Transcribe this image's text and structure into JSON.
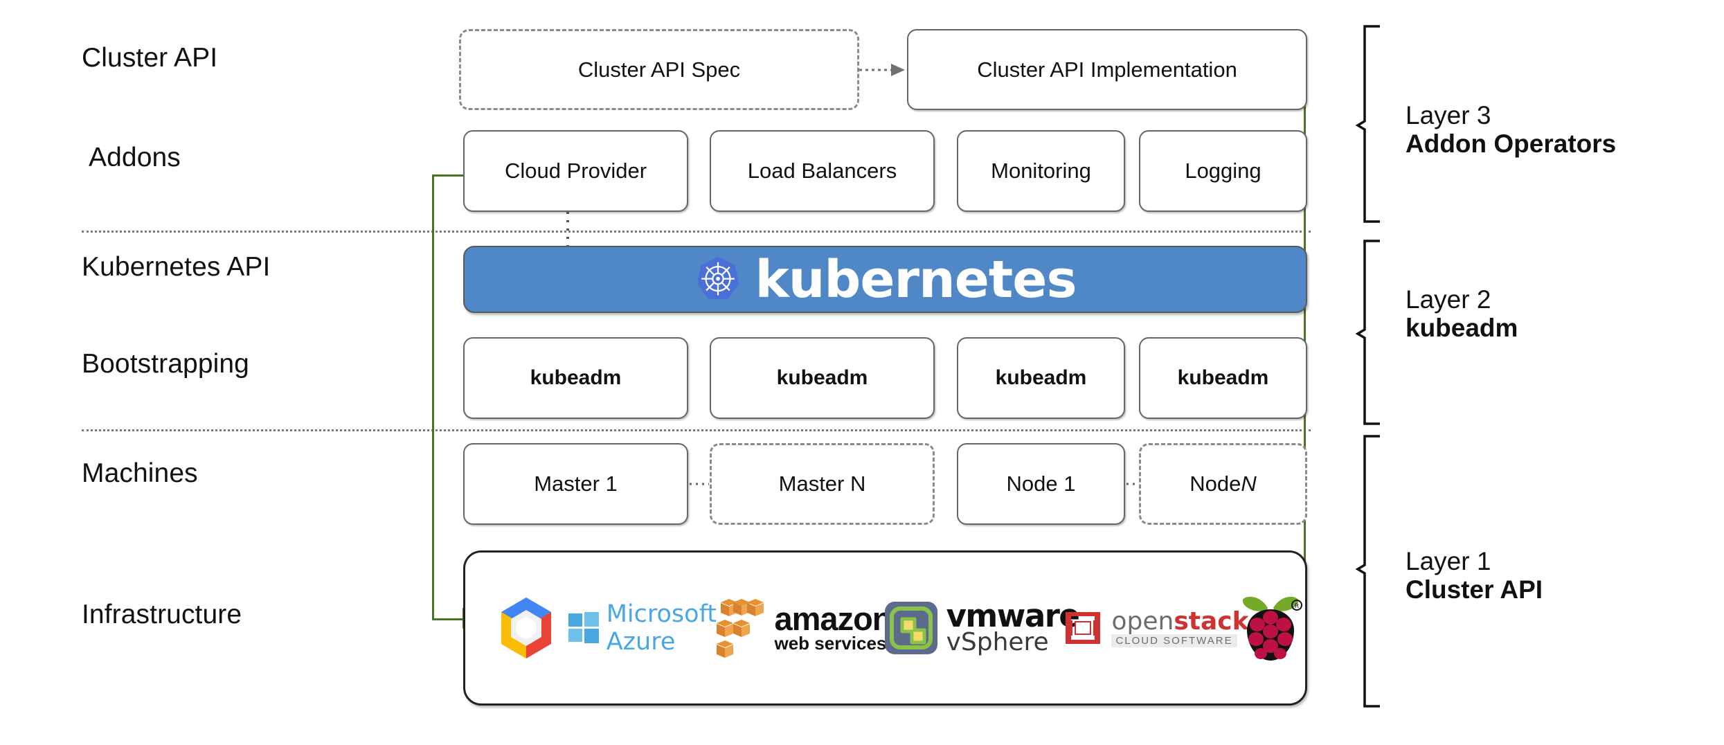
{
  "row_labels": [
    {
      "text": "Cluster API"
    },
    {
      "text": "Addons"
    },
    {
      "text": "Kubernetes API"
    },
    {
      "text": "Bootstrapping"
    },
    {
      "text": "Machines"
    },
    {
      "text": "Infrastructure"
    }
  ],
  "cluster_api_row": {
    "spec_box": "Cluster API Spec",
    "impl_box": "Cluster API Implementation"
  },
  "addons_row": [
    "Cloud Provider",
    "Load Balancers",
    "Monitoring",
    "Logging"
  ],
  "kubernetes_banner": {
    "wordmark": "kubernetes",
    "logo_icon": "kubernetes-helm-wheel-icon",
    "banner_color": "#5087c6",
    "logo_badge_color": "#4a6fd6"
  },
  "bootstrapping_row": [
    "kubeadm",
    "kubeadm",
    "kubeadm",
    "kubeadm"
  ],
  "machines_row": [
    {
      "label": "Master 1",
      "dashed": false
    },
    {
      "label": "Master N",
      "dashed": true,
      "italic_suffix": ""
    },
    {
      "label": "Node 1",
      "dashed": false
    },
    {
      "label": "Node ",
      "dashed": true,
      "italic_suffix": "N"
    }
  ],
  "infrastructure_logos": [
    {
      "name": "google-cloud-logo",
      "text": ""
    },
    {
      "name": "microsoft-azure-logo",
      "text": "Microsoft Azure"
    },
    {
      "name": "amazon-web-services-logo",
      "text": "amazon",
      "subtext": "web services"
    },
    {
      "name": "vmware-vsphere-logo",
      "text": "vmware",
      "subtext": "vSphere"
    },
    {
      "name": "openstack-logo",
      "text": "openstack",
      "subtext": "CLOUD SOFTWARE"
    },
    {
      "name": "raspberry-pi-logo",
      "text": ""
    }
  ],
  "layers": [
    {
      "number": "Layer 3",
      "name": "Addon Operators"
    },
    {
      "number": "Layer 2",
      "name": "kubeadm"
    },
    {
      "number": "Layer 1",
      "name": "Cluster API"
    }
  ],
  "colors": {
    "arrow_green": "#4a7324",
    "separator_gray": "#7a7a7a",
    "box_border": "#666666"
  }
}
